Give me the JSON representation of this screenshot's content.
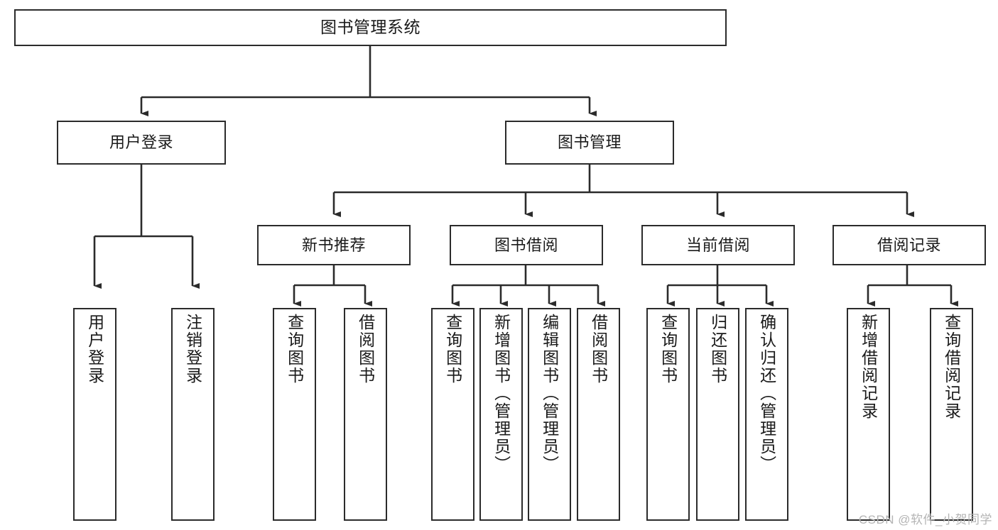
{
  "diagram": {
    "title": "图书管理系统",
    "type": "function-structure-tree",
    "watermark": "CSDN @软件_小贺同学",
    "colors": {
      "box_border": "#2b2b2b",
      "box_fill": "#ffffff",
      "connector": "#2b2b2b",
      "text": "#1a1a1a",
      "watermark": "#b4b4b4",
      "background": "#ffffff"
    },
    "root": {
      "label": "图书管理系统"
    },
    "level2": [
      {
        "label": "用户登录"
      },
      {
        "label": "图书管理"
      }
    ],
    "level3": [
      {
        "label": "新书推荐"
      },
      {
        "label": "图书借阅"
      },
      {
        "label": "当前借阅"
      },
      {
        "label": "借阅记录"
      }
    ],
    "leaves": {
      "user_login": [
        {
          "label": "用户登录"
        },
        {
          "label": "注销登录"
        }
      ],
      "new_book_recommend": [
        {
          "label": "查询图书"
        },
        {
          "label": "借阅图书"
        }
      ],
      "book_borrow": [
        {
          "label": "查询图书"
        },
        {
          "label": "新增图书（管理员）"
        },
        {
          "label": "编辑图书（管理员）"
        },
        {
          "label": "借阅图书"
        }
      ],
      "current_borrow": [
        {
          "label": "查询图书"
        },
        {
          "label": "归还图书"
        },
        {
          "label": "确认归还（管理员）"
        }
      ],
      "borrow_record": [
        {
          "label": "新增借阅记录"
        },
        {
          "label": "查询借阅记录"
        }
      ]
    }
  }
}
